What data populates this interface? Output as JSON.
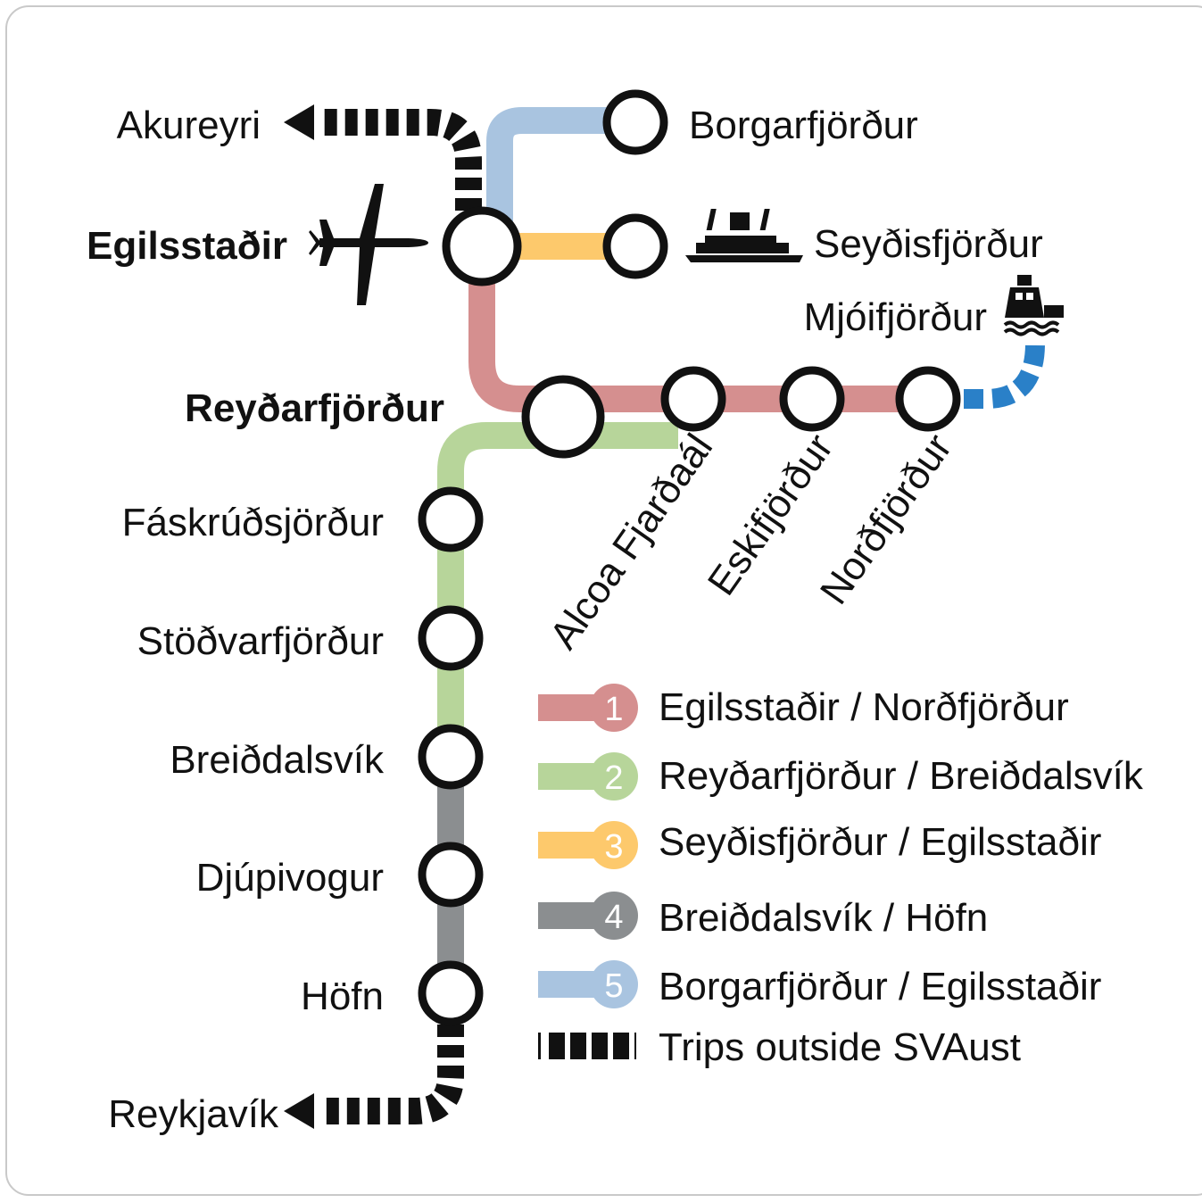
{
  "colors": {
    "line1": "#d58f8f",
    "line2": "#b7d59a",
    "line3": "#fdc96c",
    "line4": "#8b8e90",
    "line5": "#a9c4e0",
    "ferry_route": "#2a80c8",
    "outside": "#111111",
    "station_fill": "#ffffff",
    "station_stroke": "#111111"
  },
  "stations": {
    "akureyri": "Akureyri",
    "borgarfjordur": "Borgarfjörður",
    "egilsstadir": "Egilsstaðir",
    "seydisfjordur": "Seyðisfjörður",
    "mjoifjordur": "Mjóifjörður",
    "reydarfjordur": "Reyðarfjörður",
    "alcoa": "Alcoa Fjarðaál",
    "eskifjordur": "Eskifjörður",
    "nordfjordur": "Norðfjörður",
    "faskrudsfjordur": "Fáskrúðsjörður",
    "stodvarfjordur": "Stöðvarfjörður",
    "breiddalsvik": "Breiðdalsvík",
    "djupivogur": "Djúpivogur",
    "hofn": "Höfn",
    "reykjavik": "Reykjavík"
  },
  "icons": {
    "airport": "airplane-icon",
    "ferry": "ferry-icon",
    "boat": "boat-icon"
  },
  "legend": [
    {
      "number": "1",
      "label": "Egilsstaðir / Norðfjörður",
      "color": "#d58f8f"
    },
    {
      "number": "2",
      "label": "Reyðarfjörður / Breiðdalsvík",
      "color": "#b7d59a"
    },
    {
      "number": "3",
      "label": "Seyðisfjörður / Egilsstaðir",
      "color": "#fdc96c"
    },
    {
      "number": "4",
      "label": "Breiðdalsvík / Höfn",
      "color": "#8b8e90"
    },
    {
      "number": "5",
      "label": "Borgarfjörður / Egilsstaðir",
      "color": "#a9c4e0"
    },
    {
      "number": "",
      "label": "Trips outside SVAust",
      "color": "#111111"
    }
  ]
}
